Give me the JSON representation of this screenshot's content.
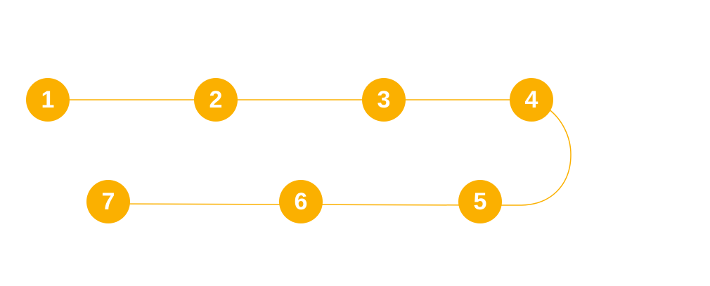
{
  "diagram": {
    "accent_color": "#FBB000",
    "line_color": "#FBB000",
    "label_color": "#FFFFFF",
    "background_color": "#FFFFFF",
    "nodes": [
      {
        "label": "1"
      },
      {
        "label": "2"
      },
      {
        "label": "3"
      },
      {
        "label": "4"
      },
      {
        "label": "5"
      },
      {
        "label": "6"
      },
      {
        "label": "7"
      }
    ],
    "connections": [
      {
        "from": "1",
        "to": "2"
      },
      {
        "from": "2",
        "to": "3"
      },
      {
        "from": "3",
        "to": "4"
      },
      {
        "from": "4",
        "to": "5"
      },
      {
        "from": "5",
        "to": "6"
      },
      {
        "from": "6",
        "to": "7"
      }
    ]
  }
}
